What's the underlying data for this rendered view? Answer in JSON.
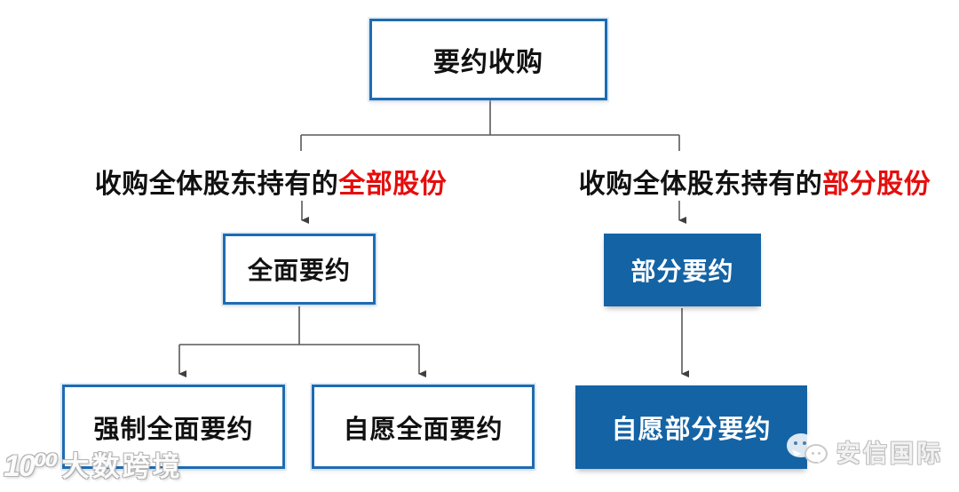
{
  "diagram": {
    "root": {
      "label": "要约收购"
    },
    "branch_left": {
      "label_black": "收购全体股东持有的",
      "label_red": "全部股份"
    },
    "branch_right": {
      "label_black": "收购全体股东持有的",
      "label_red": "部分股份"
    },
    "node_general_offer": {
      "label": "全面要约"
    },
    "node_partial_offer": {
      "label": "部分要约"
    },
    "node_mandatory_general": {
      "label": "强制全面要约"
    },
    "node_voluntary_general": {
      "label": "自愿全面要约"
    },
    "node_voluntary_partial": {
      "label": "自愿部分要约"
    }
  },
  "watermarks": {
    "bottom_left_logo": "10⁰⁰",
    "bottom_left_text": "大数跨境",
    "bottom_right_text": "安信国际"
  },
  "colors": {
    "accent_blue_fill": "#1463a5",
    "border_blue": "#1e6bb2",
    "highlight_red": "#e60d0d",
    "line_gray": "#4a4a4a"
  }
}
